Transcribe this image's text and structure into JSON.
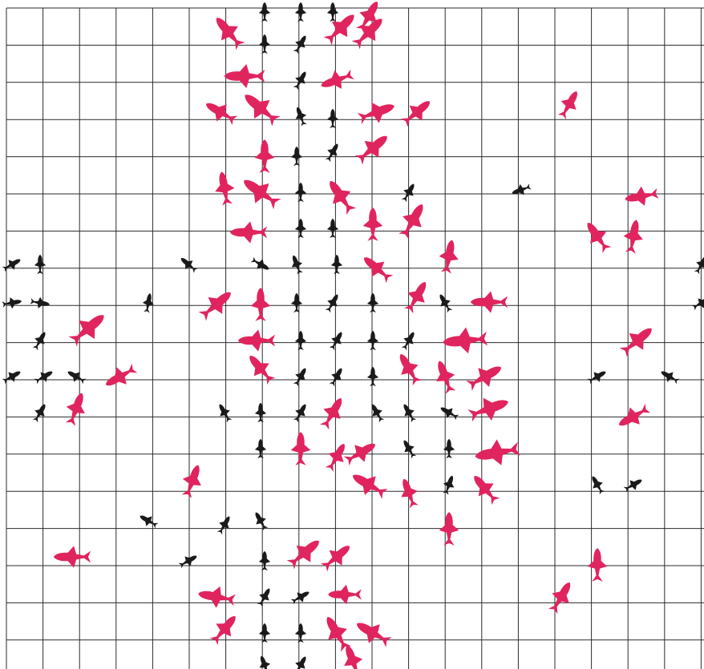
{
  "canvas": {
    "background": "#ffffff"
  },
  "grid": {
    "line_color": "#2a2a2a",
    "columns": 19,
    "rows": 18
  },
  "fish_colors": {
    "large": "#e0245e",
    "small": "#1a1a1a"
  },
  "fish": {
    "large": [
      [
        285,
        40,
        -130,
        1
      ],
      [
        460,
        40,
        -45,
        1
      ],
      [
        425,
        35,
        -45,
        1
      ],
      [
        460,
        20,
        -60,
        0.9
      ],
      [
        305,
        95,
        180,
        1.1
      ],
      [
        420,
        100,
        160,
        0.9
      ],
      [
        275,
        140,
        -150,
        0.9
      ],
      [
        325,
        135,
        -140,
        1.1
      ],
      [
        470,
        140,
        -20,
        1
      ],
      [
        520,
        140,
        -40,
        0.9
      ],
      [
        710,
        130,
        -60,
        0.8
      ],
      [
        330,
        195,
        -90,
        0.9
      ],
      [
        465,
        185,
        -40,
        1
      ],
      [
        280,
        235,
        -100,
        0.9
      ],
      [
        325,
        240,
        -145,
        1.1
      ],
      [
        425,
        245,
        -125,
        1
      ],
      [
        465,
        280,
        -90,
        0.9
      ],
      [
        515,
        275,
        -60,
        1
      ],
      [
        800,
        245,
        170,
        0.9
      ],
      [
        310,
        290,
        180,
        1
      ],
      [
        560,
        320,
        -80,
        0.9
      ],
      [
        745,
        295,
        -125,
        0.9
      ],
      [
        790,
        295,
        -80,
        0.9
      ],
      [
        470,
        335,
        -140,
        0.9
      ],
      [
        270,
        380,
        -40,
        1
      ],
      [
        325,
        380,
        -90,
        0.9
      ],
      [
        520,
        370,
        -60,
        0.9
      ],
      [
        610,
        377,
        180,
        1
      ],
      [
        110,
        410,
        -40,
        1.1
      ],
      [
        320,
        425,
        180,
        1
      ],
      [
        580,
        425,
        175,
        1.2
      ],
      [
        795,
        425,
        -40,
        1
      ],
      [
        150,
        470,
        150,
        0.9
      ],
      [
        325,
        460,
        -130,
        0.9
      ],
      [
        510,
        460,
        -120,
        0.9
      ],
      [
        555,
        470,
        -110,
        0.9
      ],
      [
        605,
        470,
        -30,
        1
      ],
      [
        95,
        510,
        -70,
        0.9
      ],
      [
        415,
        515,
        -60,
        0.9
      ],
      [
        610,
        510,
        -20,
        1.1
      ],
      [
        790,
        520,
        150,
        0.9
      ],
      [
        375,
        560,
        -90,
        0.9
      ],
      [
        420,
        570,
        -60,
        0.8
      ],
      [
        450,
        565,
        -30,
        0.9
      ],
      [
        620,
        565,
        170,
        1.2
      ],
      [
        240,
        600,
        -70,
        0.9
      ],
      [
        460,
        605,
        -150,
        1
      ],
      [
        510,
        615,
        -110,
        0.8
      ],
      [
        605,
        610,
        -130,
        0.9
      ],
      [
        560,
        660,
        -90,
        0.9
      ],
      [
        90,
        695,
        180,
        1
      ],
      [
        380,
        690,
        -40,
        1
      ],
      [
        420,
        695,
        -40,
        0.9
      ],
      [
        745,
        705,
        -90,
        0.9
      ],
      [
        270,
        745,
        -170,
        1
      ],
      [
        430,
        742,
        180,
        0.9
      ],
      [
        700,
        745,
        -60,
        0.9
      ],
      [
        280,
        785,
        -50,
        0.9
      ],
      [
        420,
        790,
        -120,
        1
      ],
      [
        465,
        790,
        -150,
        1
      ],
      [
        440,
        825,
        -110,
        0.9
      ]
    ],
    "small": [
      [
        330,
        15,
        -90,
        1
      ],
      [
        375,
        15,
        -90,
        1
      ],
      [
        415,
        15,
        -90,
        1
      ],
      [
        330,
        55,
        -90,
        1
      ],
      [
        375,
        55,
        -60,
        1
      ],
      [
        375,
        100,
        -60,
        1
      ],
      [
        375,
        145,
        -110,
        1
      ],
      [
        415,
        148,
        -90,
        1
      ],
      [
        370,
        195,
        -90,
        1
      ],
      [
        415,
        190,
        -60,
        1
      ],
      [
        375,
        240,
        -90,
        1
      ],
      [
        510,
        240,
        -60,
        1
      ],
      [
        650,
        237,
        160,
        1
      ],
      [
        375,
        285,
        -90,
        1
      ],
      [
        415,
        285,
        -90,
        1
      ],
      [
        15,
        330,
        -30,
        1
      ],
      [
        50,
        330,
        -90,
        1
      ],
      [
        235,
        330,
        -140,
        1
      ],
      [
        325,
        330,
        30,
        1
      ],
      [
        370,
        330,
        -110,
        1
      ],
      [
        420,
        330,
        -90,
        1
      ],
      [
        875,
        330,
        -60,
        1
      ],
      [
        15,
        378,
        -10,
        1
      ],
      [
        50,
        378,
        10,
        1
      ],
      [
        185,
        378,
        -80,
        1
      ],
      [
        370,
        378,
        -90,
        1
      ],
      [
        415,
        378,
        -60,
        1
      ],
      [
        465,
        378,
        -90,
        1
      ],
      [
        555,
        378,
        -120,
        1
      ],
      [
        875,
        378,
        -30,
        1
      ],
      [
        50,
        425,
        -60,
        1
      ],
      [
        375,
        425,
        -90,
        1
      ],
      [
        420,
        425,
        -60,
        1
      ],
      [
        465,
        425,
        -90,
        1
      ],
      [
        510,
        425,
        -60,
        1
      ],
      [
        15,
        470,
        -30,
        1
      ],
      [
        55,
        470,
        -30,
        1
      ],
      [
        95,
        470,
        -150,
        1
      ],
      [
        375,
        470,
        -60,
        1
      ],
      [
        420,
        470,
        -60,
        1
      ],
      [
        465,
        470,
        -90,
        1
      ],
      [
        745,
        470,
        -30,
        1
      ],
      [
        835,
        470,
        -150,
        1
      ],
      [
        50,
        515,
        -60,
        1
      ],
      [
        280,
        515,
        -120,
        1
      ],
      [
        325,
        515,
        -90,
        1
      ],
      [
        375,
        515,
        -60,
        1
      ],
      [
        470,
        515,
        -120,
        1
      ],
      [
        510,
        515,
        -120,
        1
      ],
      [
        560,
        515,
        -150,
        1
      ],
      [
        325,
        560,
        -90,
        1
      ],
      [
        510,
        560,
        -120,
        1
      ],
      [
        560,
        560,
        -90,
        1
      ],
      [
        560,
        605,
        -70,
        1
      ],
      [
        745,
        605,
        -120,
        1
      ],
      [
        790,
        605,
        -30,
        1
      ],
      [
        185,
        650,
        -150,
        1
      ],
      [
        280,
        655,
        -60,
        1
      ],
      [
        325,
        650,
        -120,
        1
      ],
      [
        235,
        700,
        -30,
        1
      ],
      [
        330,
        700,
        -90,
        1
      ],
      [
        330,
        745,
        -60,
        1
      ],
      [
        375,
        745,
        -30,
        1
      ],
      [
        330,
        790,
        -90,
        1
      ],
      [
        375,
        790,
        -90,
        1
      ],
      [
        330,
        830,
        -110,
        1
      ],
      [
        375,
        830,
        -60,
        1
      ]
    ]
  }
}
